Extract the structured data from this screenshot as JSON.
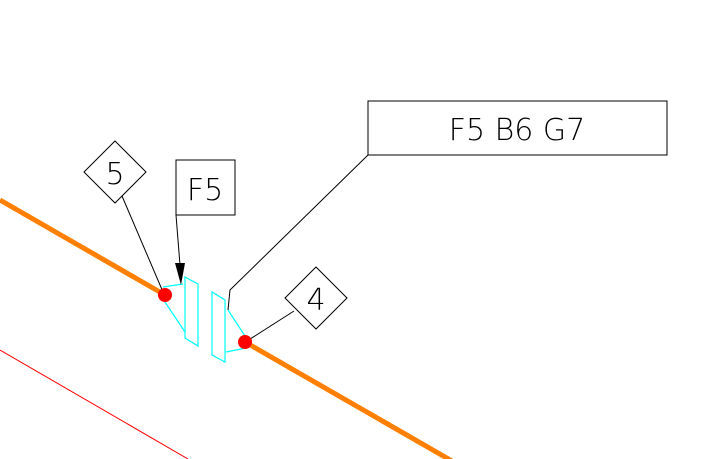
{
  "labels": {
    "tag_main": "F5 B6 G7",
    "tag_f5": "F5",
    "balloon_5": "5",
    "balloon_4": "4"
  },
  "colors": {
    "pipe": "#ff8000",
    "thin_line": "#ff0000",
    "fitting": "#00ffff",
    "node": "#ff0000",
    "annotation": "#000000"
  }
}
